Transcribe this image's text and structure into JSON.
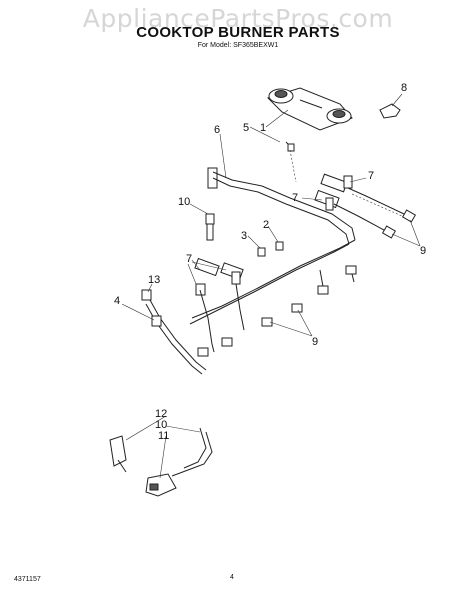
{
  "watermark": "AppliancePartsPros.com",
  "title": "COOKTOP BURNER PARTS",
  "subtitle": "For Model: SF365BEXW1",
  "footer": {
    "doc_number": "4371157",
    "page_number": "4"
  },
  "callouts": {
    "c1": "1",
    "c2": "2",
    "c3": "3",
    "c4": "4",
    "c5": "5",
    "c6": "6",
    "c7a": "7",
    "c7b": "7",
    "c7c": "7",
    "c8": "8",
    "c9a": "9",
    "c9b": "9",
    "c10a": "10",
    "c10b": "10",
    "c11": "11",
    "c12": "12",
    "c13": "13"
  }
}
